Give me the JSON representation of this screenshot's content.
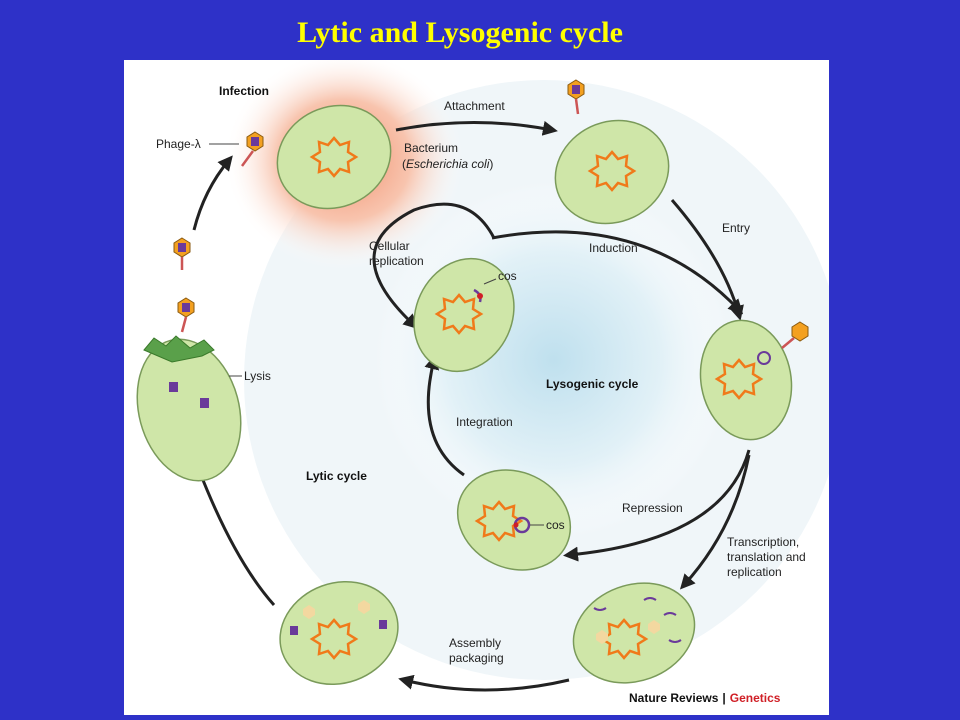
{
  "slide": {
    "title": "Lytic and Lysogenic cycle"
  },
  "labels": {
    "infection": "Infection",
    "attachment": "Attachment",
    "bacterium": "Bacterium",
    "species": "Escherichia coli",
    "phage": "Phage-λ",
    "entry": "Entry",
    "induction": "Induction",
    "cellular_1": "Cellular",
    "cellular_2": "replication",
    "cos_top": "cos",
    "cos_bottom": "cos",
    "lysogenic_cycle": "Lysogenic cycle",
    "integration": "Integration",
    "lysis": "Lysis",
    "lytic_cycle": "Lytic cycle",
    "repression": "Repression",
    "transcription_1": "Transcription,",
    "transcription_2": "translation and",
    "transcription_3": "replication",
    "assembly": "Assembly",
    "packaging": "packaging"
  },
  "credit": {
    "journal": "Nature Reviews",
    "separator": "|",
    "section": "Genetics"
  },
  "colors": {
    "background": "#2e31c8",
    "title": "#ffff00",
    "cell_fill": "#cfe6a8",
    "cell_stroke": "#7a9a5a",
    "dna": "#f07a1a",
    "phage_head": "#f3a020",
    "phage_core": "#6a3a9a",
    "credit_accent": "#d01f26"
  }
}
